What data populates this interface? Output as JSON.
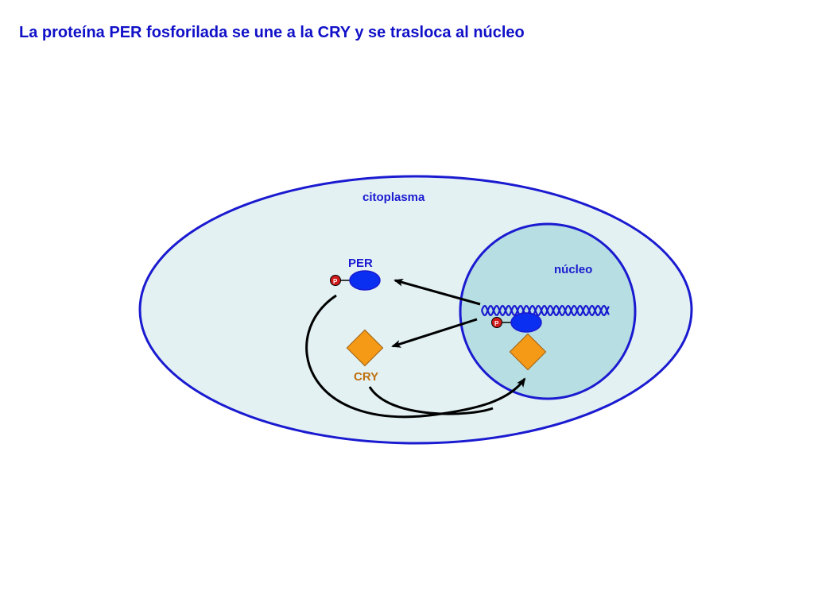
{
  "title": "La proteína PER fosforilada se une a la CRY y se trasloca al núcleo",
  "labels": {
    "cytoplasm": "citoplasma",
    "nucleus": "núcleo",
    "per": "PER",
    "cry": "CRY",
    "phosphate_left": "P",
    "phosphate_right": "P"
  },
  "colors": {
    "title": "#1010c8",
    "membrane": "#1a1ad0",
    "cytoplasm_fill": "#e3f1f3",
    "nucleus_fill": "#b7dee2",
    "per_protein": "#0b2ff0",
    "cry_protein": "#f59a16",
    "cry_label": "#c07010",
    "phosphate": "#d11a1a",
    "arrow": "#000000"
  },
  "icons": {
    "dna": "dna-helix-icon",
    "per": "blue-ellipse-protein-icon",
    "cry": "orange-diamond-protein-icon",
    "phosphate": "red-circle-phosphate-icon"
  }
}
